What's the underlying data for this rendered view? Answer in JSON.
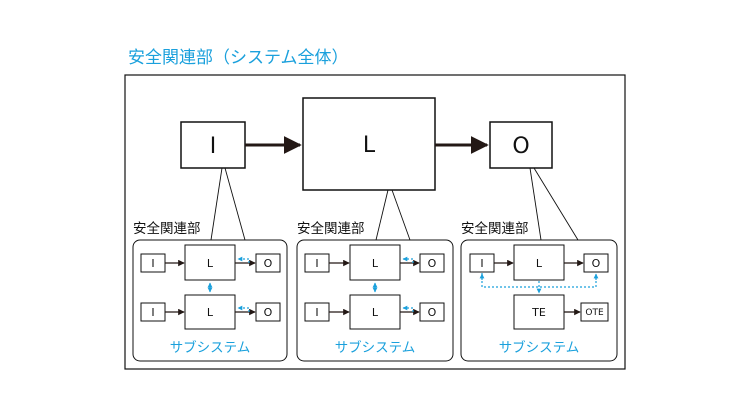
{
  "title": "安全関連部（システム全体）",
  "main_blocks": {
    "input": "I",
    "logic": "L",
    "output": "O"
  },
  "subsections": [
    {
      "heading": "安全関連部",
      "footer": "サブシステム",
      "channel1": {
        "input": "I",
        "logic": "L",
        "output": "O"
      },
      "channel2": {
        "input": "I",
        "logic": "L",
        "output": "O"
      }
    },
    {
      "heading": "安全関連部",
      "footer": "サブシステム",
      "channel1": {
        "input": "I",
        "logic": "L",
        "output": "O"
      },
      "channel2": {
        "input": "I",
        "logic": "L",
        "output": "O"
      }
    },
    {
      "heading": "安全関連部",
      "footer": "サブシステム",
      "channel1": {
        "input": "I",
        "logic": "L",
        "output": "O"
      },
      "test": {
        "equipment": "TE",
        "output": "OTE"
      }
    }
  ],
  "colors": {
    "accent": "#1aa0dc",
    "line": "#111111",
    "arrow": "#231815"
  }
}
